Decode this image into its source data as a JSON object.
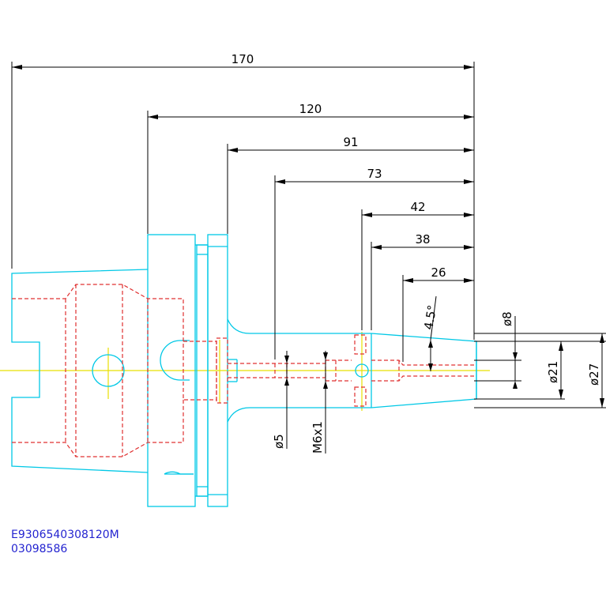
{
  "dimensions": {
    "overall_length": "170",
    "flange_length": "120",
    "collar_length": "91",
    "bore_depth": "73",
    "length_42": "42",
    "length_38": "38",
    "length_26": "26",
    "taper_angle": "4.5°",
    "bore_diameter": "ø5",
    "thread": "M6x1",
    "tip_diameter": "ø8",
    "nose_diameter": "ø21",
    "body_diameter": "ø27"
  },
  "part_number": {
    "code": "E9306540308120M",
    "serial": "03098586"
  },
  "colors": {
    "outline": "#00c8e6",
    "hidden": "#e03030",
    "centerline": "#e8e000",
    "dimension": "#000000",
    "label": "#2424d0"
  }
}
